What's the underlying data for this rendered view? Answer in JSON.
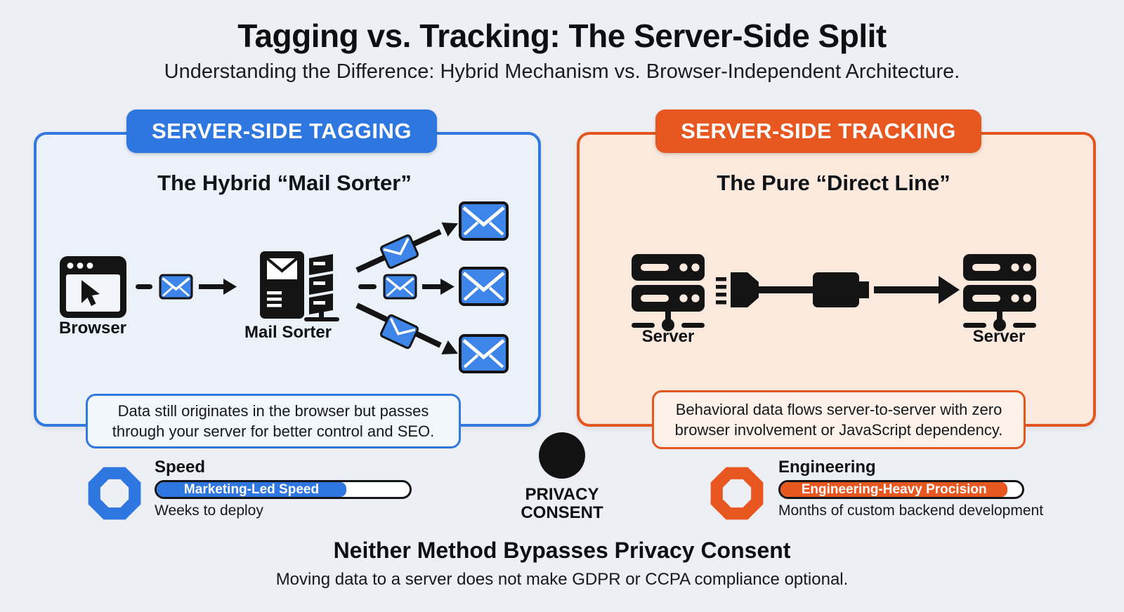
{
  "page": {
    "title": "Tagging vs. Tracking: The Server-Side Split",
    "subtitle": "Understanding the Difference: Hybrid Mechanism vs. Browser-Independent Architecture."
  },
  "left_panel": {
    "badge": "SERVER-SIDE TAGGING",
    "title": "The Hybrid “Mail Sorter”",
    "browser_label": "Browser",
    "sorter_label": "Mail Sorter",
    "note": "Data still originates in the browser but passes through your server for better control and SEO."
  },
  "right_panel": {
    "badge": "SERVER-SIDE TRACKING",
    "title": "The Pure “Direct Line”",
    "server_left_label": "Server",
    "server_right_label": "Server",
    "note": "Behavioral data flows server-to-server with zero browser involvement or JavaScript dependency."
  },
  "metrics": {
    "speed": {
      "heading": "Speed",
      "bar_label": "Marketing-Led Speed",
      "bar_width": "75%",
      "caption": "Weeks to deploy",
      "color": "#2e76e0"
    },
    "privacy": {
      "lines": [
        "PRIVACY",
        "CONSENT"
      ]
    },
    "engineering": {
      "heading": "Engineering",
      "bar_label": "Engineering-Heavy Procision",
      "bar_width": "94%",
      "caption": "Months of custom backend development",
      "color": "#e8571f"
    }
  },
  "footer": {
    "heading": "Neither Method Bypasses Privacy Consent",
    "subtext": "Moving data to a server does not make GDPR or CCPA compliance optional."
  },
  "icons": {
    "browser": "browser-window-with-cursor",
    "envelope": "blue-mail-envelope",
    "mail_sorter": "mail-sorting-machine",
    "server": "server-rack-with-network-node",
    "cable": "plug-and-cable-connector",
    "speed": "blue-octagon-ring",
    "engineering": "orange-octagon-ring",
    "privacy": "black-dot"
  },
  "colors": {
    "blue": "#2e76e0",
    "blue_border": "#3279de",
    "blue_panel_bg": "#ebf1f9",
    "orange": "#e8571f",
    "orange_border": "#e4561f",
    "orange_panel_bg": "#fbe9dd",
    "envelope_blue": "#3d85e8",
    "ink": "#14161a",
    "page_bg": "#edeff4"
  }
}
